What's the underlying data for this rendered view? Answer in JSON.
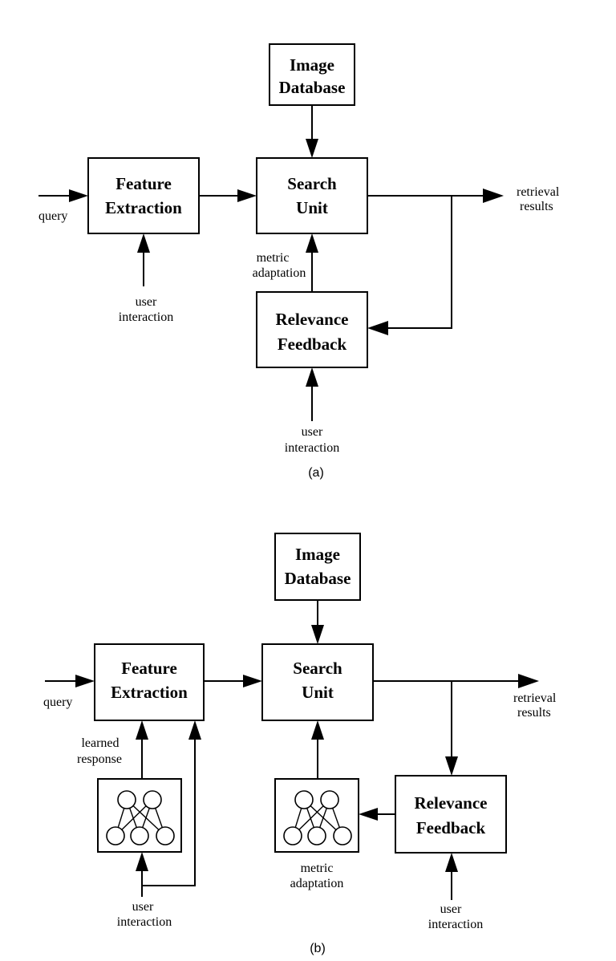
{
  "panel_a": {
    "image_database": [
      "Image",
      "Database"
    ],
    "feature_extraction": [
      "Feature",
      "Extraction"
    ],
    "search_unit": [
      "Search",
      "Unit"
    ],
    "relevance_feedback": [
      "Relevance",
      "Feedback"
    ],
    "query": "query",
    "retrieval_results": [
      "retrieval",
      "results"
    ],
    "user_interaction_fe": [
      "user",
      "interaction"
    ],
    "user_interaction_rf": [
      "user",
      "interaction"
    ],
    "metric_adaptation": [
      "metric",
      "adaptation"
    ],
    "caption": "(a)"
  },
  "panel_b": {
    "image_database": [
      "Image",
      "Database"
    ],
    "feature_extraction": [
      "Feature",
      "Extraction"
    ],
    "search_unit": [
      "Search",
      "Unit"
    ],
    "relevance_feedback": [
      "Relevance",
      "Feedback"
    ],
    "query": "query",
    "retrieval_results": [
      "retrieval",
      "results"
    ],
    "learned_response": [
      "learned",
      "response"
    ],
    "metric_adaptation": [
      "metric",
      "adaptation"
    ],
    "user_interaction_fe": [
      "user",
      "interaction"
    ],
    "user_interaction_rf": [
      "user",
      "interaction"
    ],
    "caption": "(b)"
  }
}
